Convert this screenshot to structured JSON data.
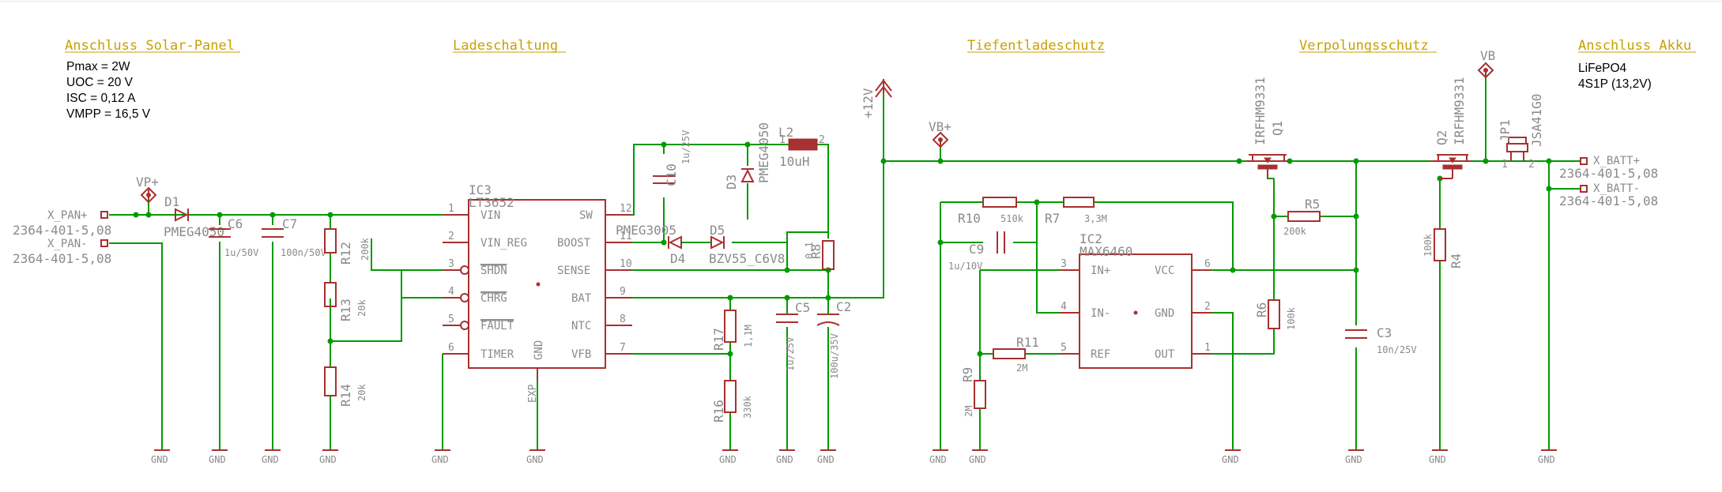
{
  "sections": {
    "solar": "Anschluss Solar-Panel",
    "charge": "Ladeschaltung",
    "deep": "Tiefentladeschutz",
    "reverse": "Verpolungsschutz",
    "battery": "Anschluss Akku"
  },
  "solar_notes": [
    "Pmax = 2W",
    "UOC = 20  V",
    "ISC = 0,12 A",
    "VMPP = 16,5 V"
  ],
  "battery_notes": [
    "LiFePO4",
    "4S1P (13,2V)"
  ],
  "connectors": {
    "pan_pos": "X_PAN+",
    "pan_neg": "X_PAN-",
    "pan_part": "2364-401-5,08",
    "batt_pos": "X_BATT+",
    "batt_neg": "X_BATT-",
    "batt_part": "2364-401-5,08"
  },
  "supplies": {
    "vp": "VP+",
    "vb_plus": "VB+",
    "vb": "VB",
    "v12": "+12V",
    "gnd": "GND"
  },
  "ic3": {
    "name": "IC3",
    "part": "LT3652",
    "left_pins": [
      {
        "num": "1",
        "name": "VIN",
        "over": false
      },
      {
        "num": "2",
        "name": "VIN_REG",
        "over": false
      },
      {
        "num": "3",
        "name": "SHDN",
        "over": true
      },
      {
        "num": "4",
        "name": "CHRG",
        "over": true
      },
      {
        "num": "5",
        "name": "FAULT",
        "over": true
      },
      {
        "num": "6",
        "name": "TIMER",
        "over": false
      }
    ],
    "right_pins": [
      {
        "num": "12",
        "name": "SW"
      },
      {
        "num": "11",
        "name": "BOOST"
      },
      {
        "num": "10",
        "name": "SENSE"
      },
      {
        "num": "9",
        "name": "BAT"
      },
      {
        "num": "8",
        "name": "NTC"
      },
      {
        "num": "7",
        "name": "VFB"
      }
    ],
    "gnd": "GND",
    "exp": "EXP"
  },
  "ic2": {
    "name": "IC2",
    "part": "MAX6460",
    "left_pins": [
      {
        "num": "3",
        "name": "IN+"
      },
      {
        "num": "4",
        "name": "IN-"
      },
      {
        "num": "5",
        "name": "REF"
      }
    ],
    "right_pins": [
      {
        "num": "6",
        "name": "VCC"
      },
      {
        "num": "2",
        "name": "GND"
      },
      {
        "num": "1",
        "name": "OUT"
      }
    ]
  },
  "parts": {
    "D1": {
      "name": "D1",
      "value": "PMEG4050"
    },
    "C6": {
      "name": "C6",
      "value": "1u/50V"
    },
    "C7": {
      "name": "C7",
      "value": "100n/50V"
    },
    "R12": {
      "name": "R12",
      "value": "200k"
    },
    "R13": {
      "name": "R13",
      "value": "20k"
    },
    "R14": {
      "name": "R14",
      "value": "20k"
    },
    "C10": {
      "name": "C10",
      "value": "1u/25V"
    },
    "D3": {
      "name": "D3",
      "value": "PMEG4050"
    },
    "L2": {
      "name": "L2",
      "value": "10uH"
    },
    "D4": {
      "name": "D4",
      "value": "PMEG3005"
    },
    "D5": {
      "name": "D5",
      "value": "BZV55_C6V8"
    },
    "R8": {
      "name": "R8",
      "value": "0,1"
    },
    "R17": {
      "name": "R17",
      "value": "1,1M"
    },
    "R16": {
      "name": "R16",
      "value": "330k"
    },
    "C5": {
      "name": "C5",
      "value": "1u/25V"
    },
    "C2": {
      "name": "C2",
      "value": "100u/35V"
    },
    "R10": {
      "name": "R10",
      "value": "510k"
    },
    "R7": {
      "name": "R7",
      "value": "3,3M"
    },
    "C9": {
      "name": "C9",
      "value": "1u/10V"
    },
    "R11": {
      "name": "R11",
      "value": "2M"
    },
    "R9": {
      "name": "R9",
      "value": "2M"
    },
    "R6": {
      "name": "R6",
      "value": "100k"
    },
    "R5": {
      "name": "R5",
      "value": "200k"
    },
    "C3": {
      "name": "C3",
      "value": "10n/25V"
    },
    "Q1": {
      "name": "Q1",
      "value": "IRFHM9331"
    },
    "Q2": {
      "name": "Q2",
      "value": "IRFHM9331"
    },
    "R4": {
      "name": "R4",
      "value": "100k"
    },
    "JP1": {
      "name": "JP1",
      "value": "JSA41G0"
    }
  },
  "colors": {
    "wire": "#009a00",
    "component": "#a83030",
    "section_title": "#c8a000",
    "label": "#8a8a8a"
  }
}
